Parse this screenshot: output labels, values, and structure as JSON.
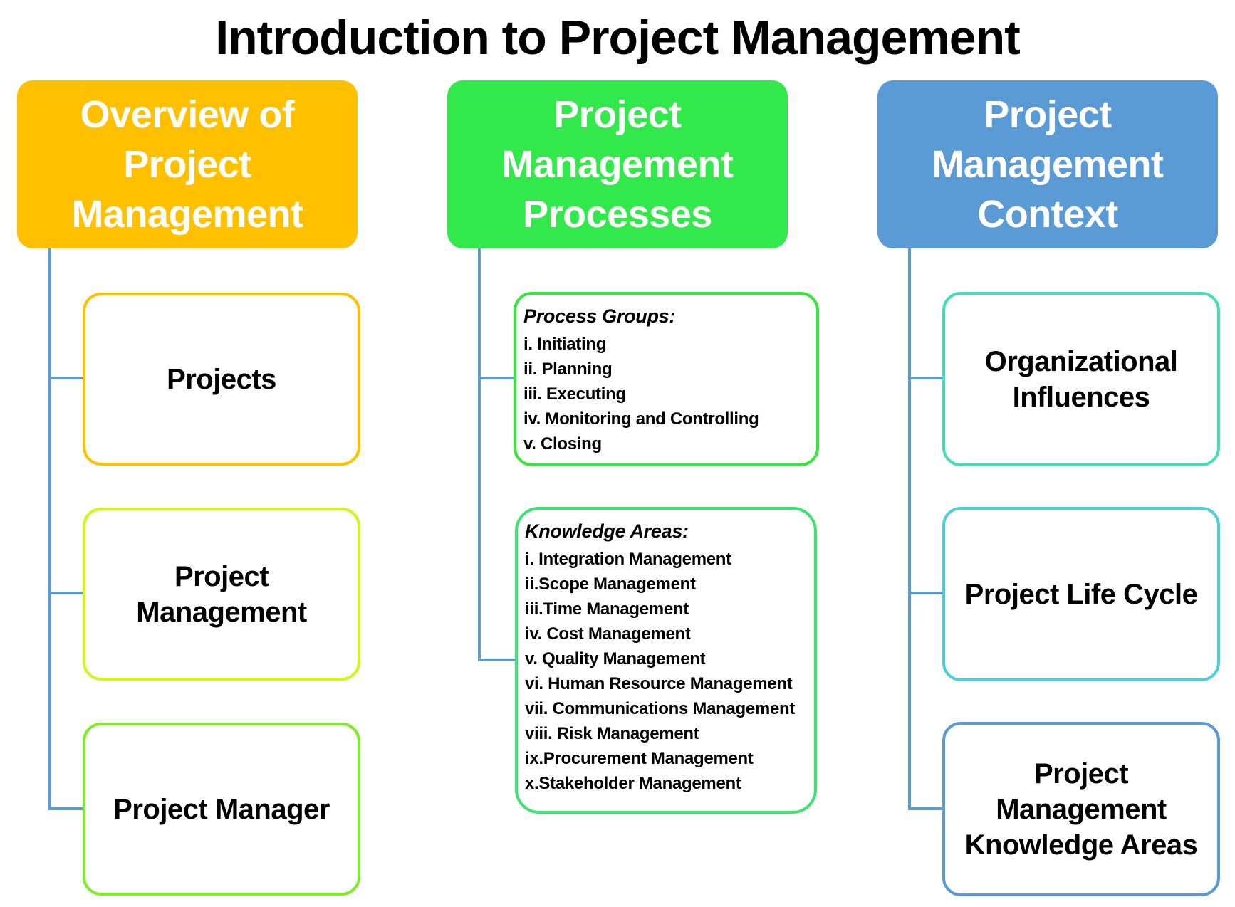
{
  "title": "Introduction to Project Management",
  "colors": {
    "connector": "#5B9BD5",
    "header_overview": "#FFC000",
    "header_processes": "#33E84A",
    "header_context": "#5B9BD5",
    "border_projects": "#FFC000",
    "border_project_management": "#D4F51A",
    "border_project_manager": "#7FEB2A",
    "border_process_groups": "#33E838",
    "border_knowledge_areas": "#3AE46F",
    "border_org_influences": "#45DDB5",
    "border_life_cycle": "#4DCEDC",
    "border_pm_knowledge_areas": "#5B9BD5"
  },
  "columns": [
    {
      "header": "Overview of\nProject\nManagement",
      "children": [
        {
          "label": "Projects"
        },
        {
          "label": "Project\nManagement"
        },
        {
          "label": "Project Manager"
        }
      ]
    },
    {
      "header": "Project\nManagement\nProcesses",
      "children": [
        {
          "heading": "Process Groups:",
          "items": [
            "i. Initiating",
            "ii. Planning",
            "iii. Executing",
            "iv. Monitoring and Controlling",
            "v. Closing"
          ]
        },
        {
          "heading": "Knowledge Areas:",
          "items": [
            "i. Integration Management",
            "ii.Scope Management",
            "iii.Time Management",
            "iv. Cost Management",
            "v. Quality Management",
            "vi. Human Resource Management",
            "vii. Communications Management",
            "viii. Risk Management",
            "ix.Procurement Management",
            "x.Stakeholder Management"
          ]
        }
      ]
    },
    {
      "header": "Project\nManagement\nContext",
      "children": [
        {
          "label": "Organizational\nInfluences"
        },
        {
          "label": "Project Life Cycle"
        },
        {
          "label": "Project\nManagement\nKnowledge Areas"
        }
      ]
    }
  ]
}
